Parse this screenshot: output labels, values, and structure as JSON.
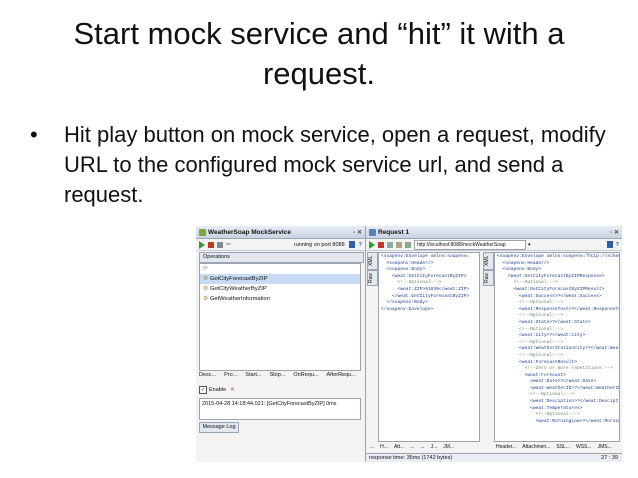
{
  "slide": {
    "title_line1": "Start mock service and “hit” it with a",
    "title_line2": "request.",
    "bullets": [
      "Hit play button on mock service, open a request, modify URL to the configured mock service url,  and send a request."
    ]
  },
  "mock_window": {
    "title": "WeatherSoap MockService",
    "status": "running on port 8088",
    "operations_label": "Operations",
    "operations": [
      "GetCityForecastByZIP",
      "GetCityWeatherByZIP",
      "GetWeatherInformation"
    ],
    "selected_operation": 0,
    "bottom_tabs": [
      "Desc...",
      "Pro...",
      "Start...",
      "Stop...",
      "OnRequ...",
      "AfterRequ..."
    ],
    "enable_label": "Enable",
    "log_entry": "2015-04-28 14:18:44.021: [GetCityForecastByZIP] 0ms",
    "message_log_label": "Message Log"
  },
  "request_window": {
    "title": "Request 1",
    "url": "http://localhost:8088/mockWeatherSoap",
    "side_tabs": [
      "Raw",
      "XML"
    ],
    "request_xml": [
      "<soapenv:Envelope xmlns:soapenv=",
      "  <soapenv:Header/>",
      "  <soapenv:Body>",
      "    <weat:GetCityForecastByZIP>",
      "      <!--Optional:-->",
      "      <weat:ZIP>91030</weat:ZIP>",
      "    </weat:GetCityForecastByZIP>",
      "  </soapenv:Body>",
      "</soapenv:Envelope>"
    ],
    "response_xml": [
      "<soapenv:Envelope xmlns:soapenv=\"http://schemas.xml",
      "  <soapenv:Header/>",
      "  <soapenv:Body>",
      "    <weat:GetCityForecastByZIPResponse>",
      "      <!--Optional:-->",
      "      <weat:GetCityForecastByZIPResult>",
      "        <weat:Success>?</weat:Success>",
      "        <!--Optional:-->",
      "        <weat:ResponseText>?</weat:ResponseText>",
      "        <!--Optional:-->",
      "        <weat:State>?</weat:State>",
      "        <!--Optional:-->",
      "        <weat:City>?</weat:City>",
      "        <!--Optional:-->",
      "        <weat:WeatherStationCity>?</weat:WeatherSta",
      "        <!--Optional:-->",
      "        <weat:ForecastResult>",
      "          <!--Zero or more repetitions:-->",
      "          <weat:Forecast>",
      "            <weat:Date>?</weat:Date>",
      "            <weat:WeatherID>?</weat:WeatherID>",
      "            <!--Optional:-->",
      "            <weat:Desciption>?</weat:Desciption>",
      "            <weat:Temperatures>",
      "              <!--Optional:-->",
      "              <weat:MorningLow>?</weat:MorningLow>"
    ],
    "request_tabs": [
      "...",
      "H...",
      "Att...",
      "...",
      "...",
      "J...",
      "JM..."
    ],
    "response_tabs": [
      "Header...",
      "Attachmen...",
      "SSL...",
      "WSS...",
      "JMS..."
    ],
    "status_text": "response time: 35ms (1742 bytes)",
    "cursor_pos": "27 : 39"
  }
}
